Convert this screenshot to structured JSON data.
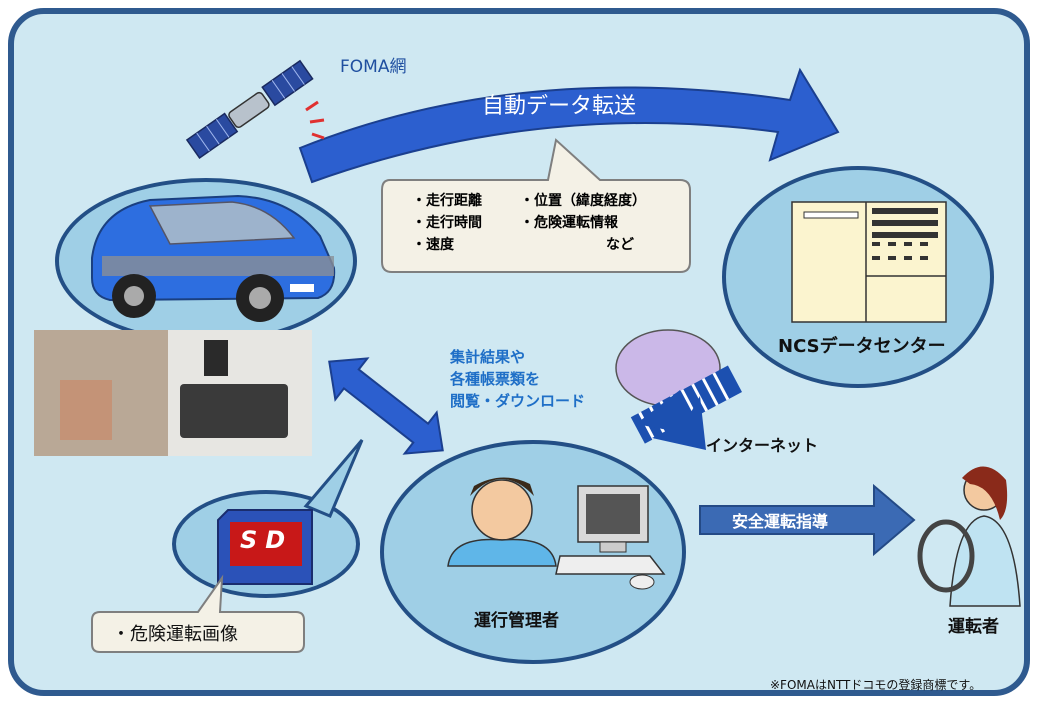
{
  "network_label": "FOMA網",
  "transfer_label": "自動データ転送",
  "callout": {
    "col1": [
      "・走行距離",
      "・走行時間",
      "・速度"
    ],
    "col2": [
      "・位置（緯度経度）",
      "・危険運転情報",
      "など"
    ]
  },
  "datacenter_label": "NCSデータセンター",
  "aggregate_text": [
    "集計結果や",
    "各種帳票類を",
    "閲覧・ダウンロード"
  ],
  "internet_label": "インターネット",
  "manager_label": "運行管理者",
  "safety_label": "安全運転指導",
  "driver_label": "運転者",
  "sd_label": "SD",
  "sd_callout": "・危険運転画像",
  "footnote": "※FOMAはNTTドコモの登録商標です。",
  "colors": {
    "frame": "#2f5a8f",
    "background": "#cfe8f2",
    "ellipse": "#9fcfe6",
    "arrow": "#2c5fcf",
    "accent_text": "#1f6fc7"
  }
}
